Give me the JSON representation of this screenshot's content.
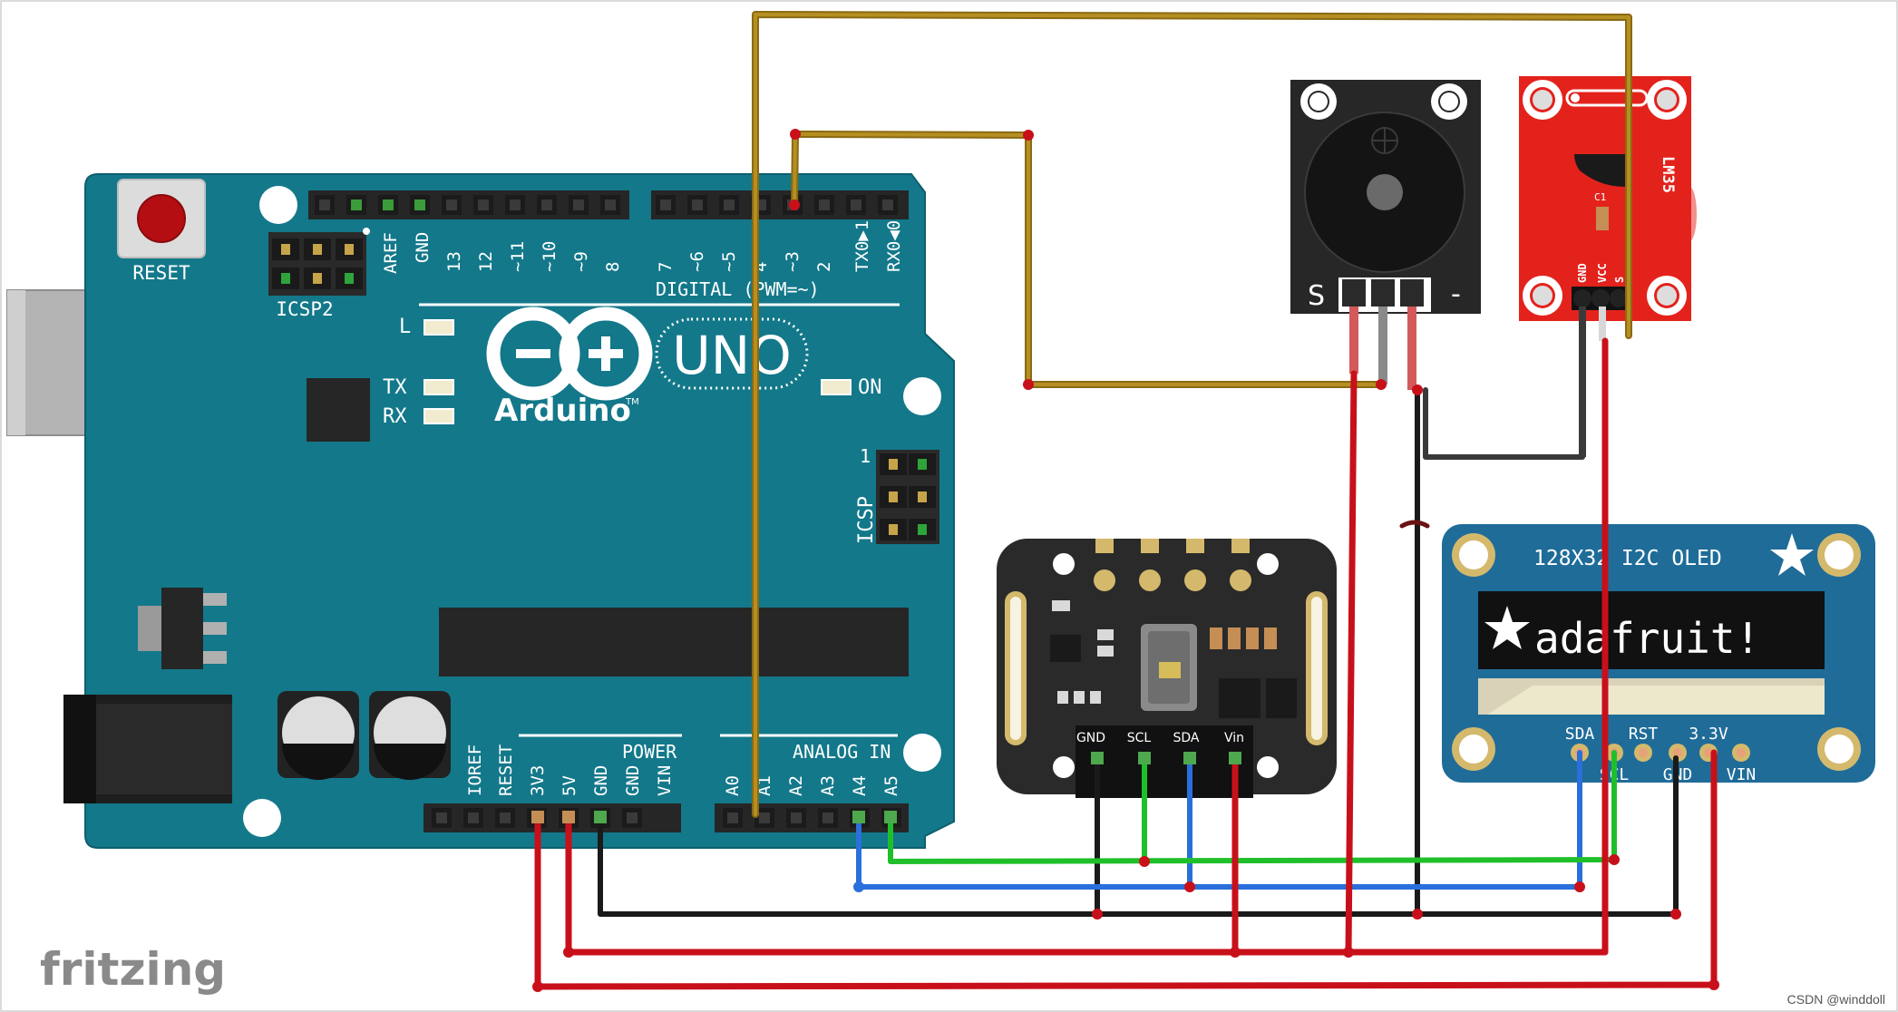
{
  "diagram": {
    "branding": {
      "fritzing": "fritzing",
      "watermark": "CSDN @winddoll"
    },
    "arduino": {
      "reset": "RESET",
      "icsp2": "ICSP2",
      "icsp": "ICSP",
      "icsp_pin1": "1",
      "aref": "AREF",
      "gnd_top": "GND",
      "digital_pins": [
        "13",
        "12",
        "~11",
        "~10",
        "~9",
        "8",
        "7",
        "~6",
        "~5",
        "4",
        "~3",
        "2",
        "TX0▶1",
        "RX0◀0"
      ],
      "digital_title": "DIGITAL (PWM=~)",
      "led_l": "L",
      "led_tx": "TX",
      "led_rx": "RX",
      "led_on": "ON",
      "brand": "Arduino",
      "tm": "TM",
      "model": "UNO",
      "power_title": "POWER",
      "analog_title": "ANALOG IN",
      "power_pins": [
        "IOREF",
        "RESET",
        "3V3",
        "5V",
        "GND",
        "GND",
        "VIN"
      ],
      "analog_pins": [
        "A0",
        "A1",
        "A2",
        "A3",
        "A4",
        "A5"
      ]
    },
    "buzzer": {
      "s": "S",
      "minus": "-"
    },
    "lm35": {
      "name": "LM35",
      "c1": "C1",
      "pins": [
        "GND",
        "VCC",
        "S"
      ]
    },
    "pulse_sensor": {
      "pins": [
        "GND",
        "SCL",
        "SDA",
        "Vin"
      ]
    },
    "oled": {
      "title": "128X32 I2C OLED",
      "screen_text": "adafruit!",
      "pins_top": [
        "SDA",
        "RST",
        "3.3V"
      ],
      "pins_bottom": [
        "SCL",
        "GND",
        "VIN"
      ]
    },
    "colors": {
      "board": "#13788a",
      "wire_red": "#c8101a",
      "wire_black": "#1a1a1a",
      "wire_blue": "#2a6fdb",
      "wire_green": "#1fbf2a",
      "wire_gold": "#a5801a",
      "lm35_board": "#e3221c",
      "oled_board": "#1f6c99"
    }
  }
}
